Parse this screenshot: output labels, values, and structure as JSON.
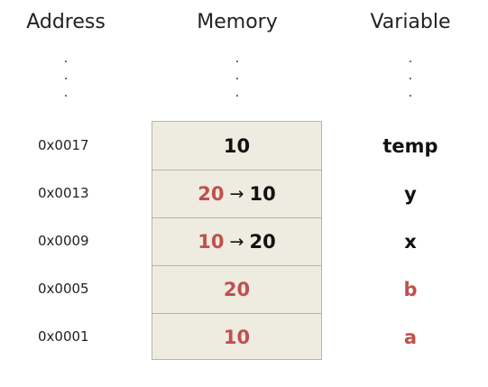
{
  "headers": {
    "address": "Address",
    "memory": "Memory",
    "variable": "Variable"
  },
  "ellipsis": ".",
  "rows": [
    {
      "address": "0x0017",
      "memory": {
        "old": "",
        "arrow": "",
        "new": "10"
      },
      "variable": "temp"
    },
    {
      "address": "0x0013",
      "memory": {
        "old": "20",
        "arrow": "→",
        "new": "10"
      },
      "variable": "y"
    },
    {
      "address": "0x0009",
      "memory": {
        "old": "10",
        "arrow": "→",
        "new": "20"
      },
      "variable": "x"
    },
    {
      "address": "0x0005",
      "memory": {
        "old": "",
        "arrow": "",
        "new": "20"
      },
      "variable": "b"
    },
    {
      "address": "0x0001",
      "memory": {
        "old": "",
        "arrow": "",
        "new": "10"
      },
      "variable": "a"
    }
  ],
  "colors": {
    "text": "#111111",
    "highlight": "#c0504d",
    "cell_fill": "#eeebe0",
    "cell_border": "#b8b6ab"
  }
}
